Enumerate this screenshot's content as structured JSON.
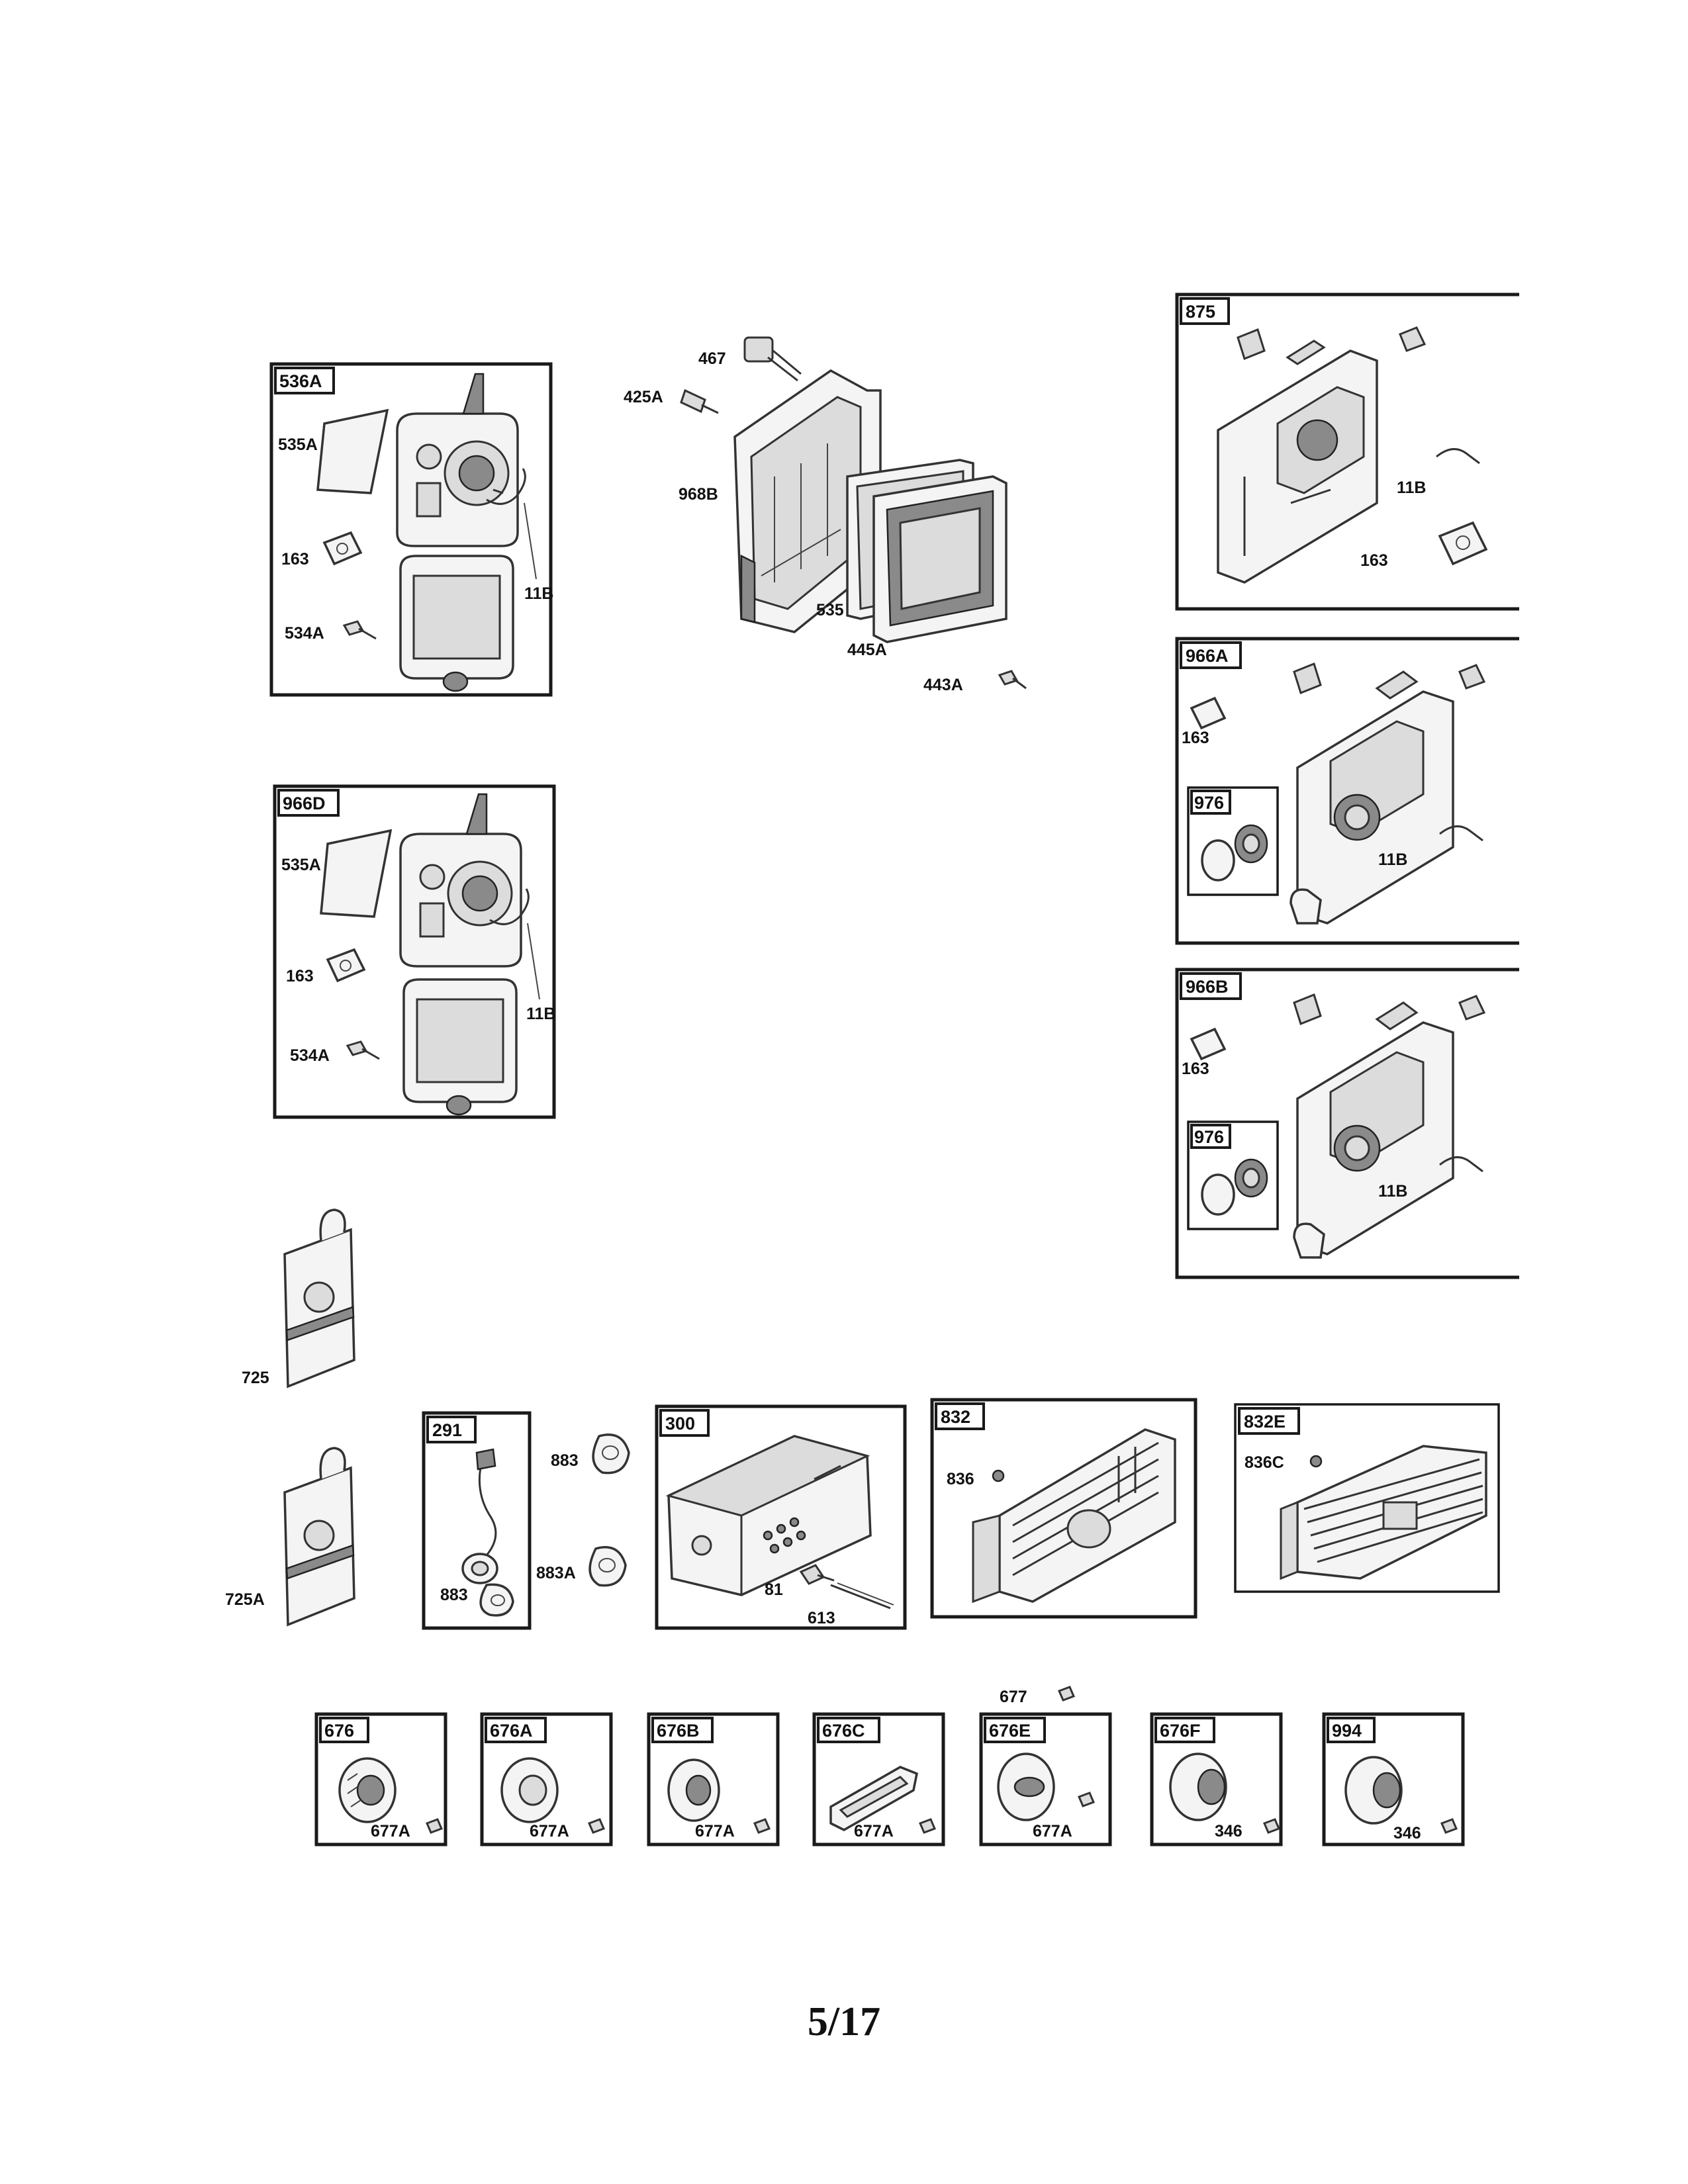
{
  "page_number": "5/17",
  "boxes": {
    "b536A": {
      "tag": "536A",
      "labels": [
        "535A",
        "163",
        "534A",
        "11B"
      ]
    },
    "b966D": {
      "tag": "966D",
      "labels": [
        "535A",
        "163",
        "534A",
        "11B"
      ]
    },
    "b875": {
      "tag": "875",
      "labels": [
        "11B",
        "163"
      ]
    },
    "b966A": {
      "tag": "966A",
      "sub_tag": "976",
      "labels": [
        "163",
        "11B"
      ]
    },
    "b966B": {
      "tag": "966B",
      "sub_tag": "976",
      "labels": [
        "163",
        "11B"
      ]
    },
    "b291": {
      "tag": "291",
      "labels": [
        "883"
      ]
    },
    "b300": {
      "tag": "300",
      "labels": [
        "81",
        "613"
      ]
    },
    "b832": {
      "tag": "832",
      "labels": [
        "836"
      ]
    },
    "b832E": {
      "tag": "832E",
      "labels": [
        "836C"
      ]
    },
    "b676": {
      "tag": "676",
      "labels": [
        "677A"
      ]
    },
    "b676A": {
      "tag": "676A",
      "labels": [
        "677A"
      ]
    },
    "b676B": {
      "tag": "676B",
      "labels": [
        "677A"
      ]
    },
    "b676C": {
      "tag": "676C",
      "labels": [
        "677A"
      ]
    },
    "b676E": {
      "tag": "676E",
      "labels": [
        "677A"
      ]
    },
    "b676F": {
      "tag": "676F",
      "labels": [
        "346"
      ]
    },
    "b994": {
      "tag": "994",
      "labels": [
        "346"
      ]
    }
  },
  "loose_labels": {
    "air_filter": [
      "467",
      "425A",
      "968B",
      "535",
      "445A",
      "443A"
    ],
    "shield_725": "725",
    "shield_725A": "725A",
    "gasket_883_top": "883",
    "gasket_883A": "883A",
    "screw_677": "677"
  }
}
